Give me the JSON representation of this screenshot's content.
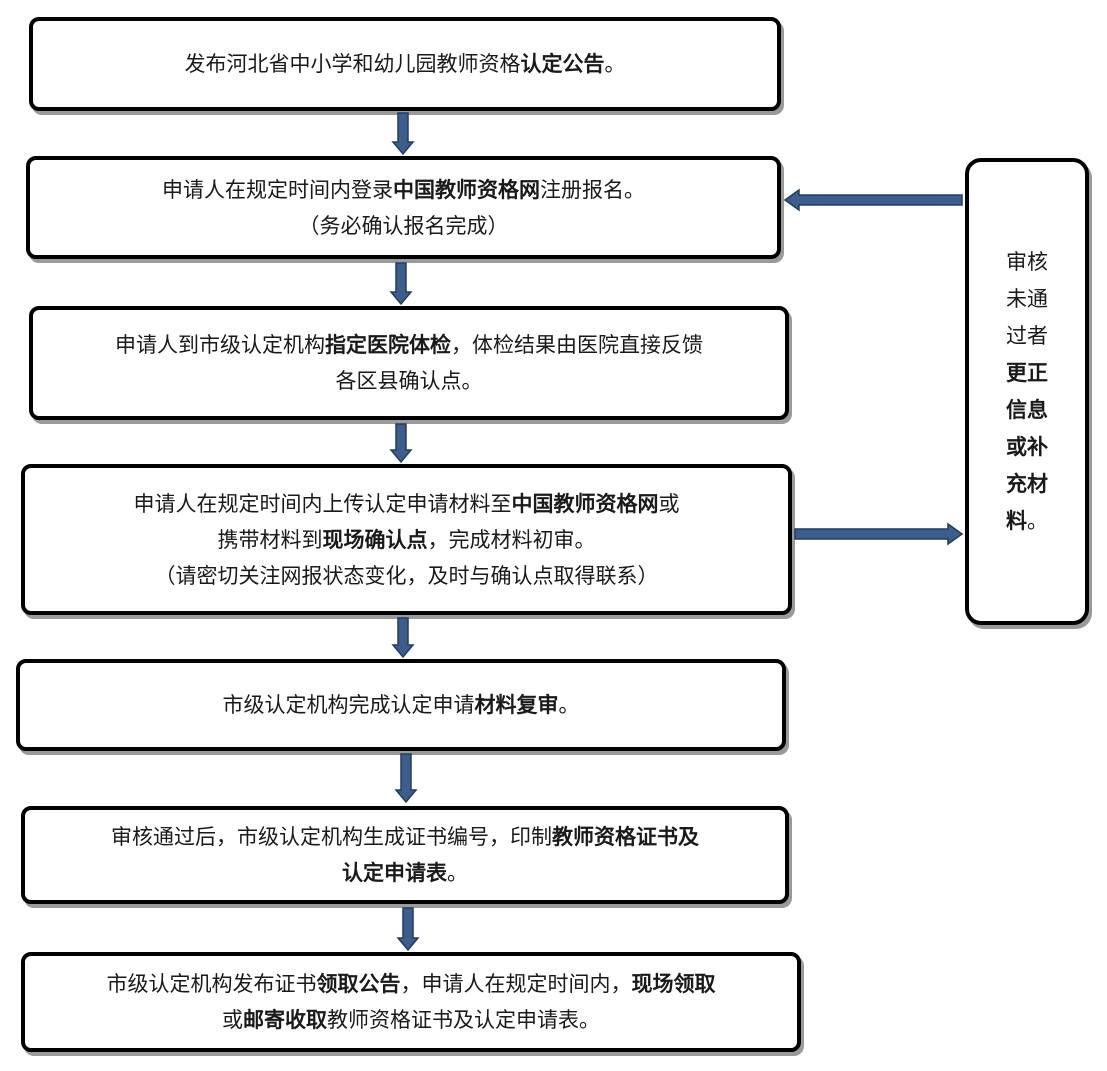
{
  "steps": [
    {
      "lines": [
        [
          {
            "t": "发布河北省中小学和幼儿园教师资格",
            "b": false
          },
          {
            "t": "认定公告",
            "b": true
          },
          {
            "t": "。",
            "b": false
          }
        ]
      ]
    },
    {
      "lines": [
        [
          {
            "t": "申请人在规定时间内登录",
            "b": false
          },
          {
            "t": "中国教师资格网",
            "b": true
          },
          {
            "t": "注册报名。",
            "b": false
          }
        ],
        [
          {
            "t": "（务必确认报名完成）",
            "b": false
          }
        ]
      ]
    },
    {
      "lines": [
        [
          {
            "t": "申请人到市级认定机构",
            "b": false
          },
          {
            "t": "指定医院体检",
            "b": true
          },
          {
            "t": "，体检结果由医院直接反馈",
            "b": false
          }
        ],
        [
          {
            "t": "各区县确认点。",
            "b": false
          }
        ]
      ]
    },
    {
      "lines": [
        [
          {
            "t": "申请人在规定时间内上传认定申请材料至",
            "b": false
          },
          {
            "t": "中国教师资格网",
            "b": true
          },
          {
            "t": "或",
            "b": false
          }
        ],
        [
          {
            "t": "携带材料到",
            "b": false
          },
          {
            "t": "现场确认点",
            "b": true
          },
          {
            "t": "，完成材料初审。",
            "b": false
          }
        ],
        [
          {
            "t": "（请密切关注网报状态变化，及时与确认点取得联系）",
            "b": false
          }
        ]
      ]
    },
    {
      "lines": [
        [
          {
            "t": "市级认定机构完成认定申请",
            "b": false
          },
          {
            "t": "材料复审",
            "b": true
          },
          {
            "t": "。",
            "b": false
          }
        ]
      ]
    },
    {
      "lines": [
        [
          {
            "t": "审核通过后，市级认定机构生成证书编号，印制",
            "b": false
          },
          {
            "t": "教师资格证书及",
            "b": true
          }
        ],
        [
          {
            "t": "认定申请表",
            "b": true
          },
          {
            "t": "。",
            "b": false
          }
        ]
      ]
    },
    {
      "lines": [
        [
          {
            "t": "市级认定机构发布证书",
            "b": false
          },
          {
            "t": "领取公告",
            "b": true
          },
          {
            "t": "，申请人在规定时间内，",
            "b": false
          },
          {
            "t": "现场领取",
            "b": true
          }
        ],
        [
          {
            "t": "或",
            "b": false
          },
          {
            "t": "邮寄收取",
            "b": true
          },
          {
            "t": "教师资格证书及认定申请表。",
            "b": false
          }
        ]
      ]
    }
  ],
  "side_box": {
    "lines": [
      [
        {
          "t": "审核",
          "b": false
        }
      ],
      [
        {
          "t": "未通",
          "b": false
        }
      ],
      [
        {
          "t": "过者",
          "b": false
        }
      ],
      [
        {
          "t": "更正",
          "b": true
        }
      ],
      [
        {
          "t": "信息",
          "b": true
        }
      ],
      [
        {
          "t": "或补",
          "b": true
        }
      ],
      [
        {
          "t": "充材",
          "b": true
        }
      ],
      [
        {
          "t": "料",
          "b": true
        },
        {
          "t": "。",
          "b": false
        }
      ]
    ]
  },
  "colors": {
    "arrow_fill": "#3d5e8c",
    "arrow_stroke": "#243b5e",
    "border": "#000000",
    "shadow": "#9a9a9a"
  }
}
